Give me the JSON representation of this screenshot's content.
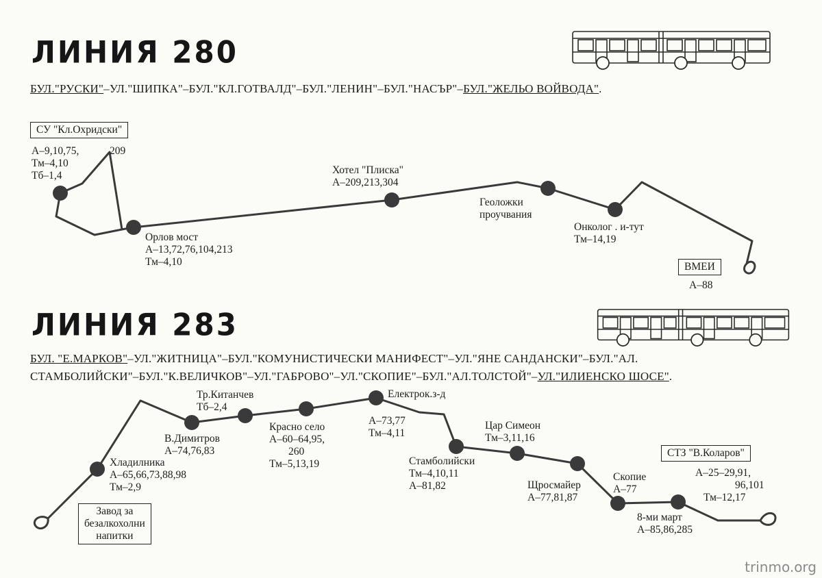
{
  "line280": {
    "title": "ЛИНИЯ  280",
    "route_parts": [
      "БУЛ.\"РУСКИ\"",
      "–УЛ.\"ШИПКА\"–БУЛ.\"КЛ.ГОТВАЛД\"–БУЛ.\"ЛЕНИН\"–БУЛ.\"НАСЪР\"–",
      "БУЛ.\"ЖЕЛЬО ВОЙВОДА\"",
      "."
    ],
    "terminal_start": "СУ \"Кл.Охридски\"",
    "terminal_start_lines": [
      "А–9,10,75,",
      "Тм–4,10",
      "Тб–1,4"
    ],
    "terminal_start_extra": "209",
    "stops": [
      {
        "name": "Орлов мост",
        "lines": [
          "А–13,72,76,104,213",
          "Тм–4,10"
        ]
      },
      {
        "name": "Хотел \"Плиска\"",
        "lines": [
          "А–209,213,304"
        ]
      },
      {
        "name": "Геоложки",
        "lines": [
          "проучвания"
        ]
      },
      {
        "name": "Онколог . и-тут",
        "lines": [
          "Тм–14,19"
        ]
      }
    ],
    "terminal_end": "ВМЕИ",
    "terminal_end_lines": [
      "А–88"
    ]
  },
  "line283": {
    "title": "ЛИНИЯ  283",
    "route_line1_parts": [
      "БУЛ. \"Е.МАРКОВ\"",
      "–УЛ.\"ЖИТНИЦА\"–БУЛ.\"КОМУНИСТИЧЕСКИ МАНИФЕСТ\"–УЛ.\"ЯНЕ САНДАНСКИ\"–БУЛ.\"АЛ."
    ],
    "route_line2_parts": [
      "СТАМБОЛИЙСКИ\"–БУЛ.\"К.ВЕЛИЧКОВ\"–УЛ.\"ГАБРОВО\"–УЛ.\"СКОПИЕ\"–БУЛ.\"АЛ.ТОЛСТОЙ\"–",
      "УЛ.\"ИЛИЕНСКО ШОСЕ\"",
      "."
    ],
    "terminal_start_lines": [
      "Завод за",
      "безалкохолни",
      "напитки"
    ],
    "stops": [
      {
        "name": "Хладилника",
        "lines": [
          "А–65,66,73,88,98",
          "Тм–2,9"
        ]
      },
      {
        "name": "В.Димитров",
        "lines": [
          "А–74,76,83"
        ]
      },
      {
        "name": "Тр.Китанчев",
        "lines": [
          "Тб–2,4"
        ]
      },
      {
        "name": "Красно село",
        "lines": [
          "А–60–64,95,",
          "260",
          "Тм–5,13,19"
        ]
      },
      {
        "name": "Електрок.з-д",
        "lines": [
          "А–73,77",
          "Тм–4,11"
        ]
      },
      {
        "name": "Стамболийски",
        "lines": [
          "Тм–4,10,11",
          "А–81,82"
        ]
      },
      {
        "name": "Цар Симеон",
        "lines": [
          "Тм–3,11,16"
        ]
      },
      {
        "name": "Щросмайер",
        "lines": [
          "А–77,81,87"
        ]
      },
      {
        "name": "Скопие",
        "lines": [
          "А–77"
        ]
      },
      {
        "name": "8-ми март",
        "lines": [
          "А–85,86,285"
        ]
      }
    ],
    "terminal_end": "СТЗ \"В.Коларов\"",
    "terminal_end_lines": [
      "А–25–29,91,",
      "96,101",
      "Тм–12,17"
    ]
  },
  "watermark": "trinmo.org"
}
